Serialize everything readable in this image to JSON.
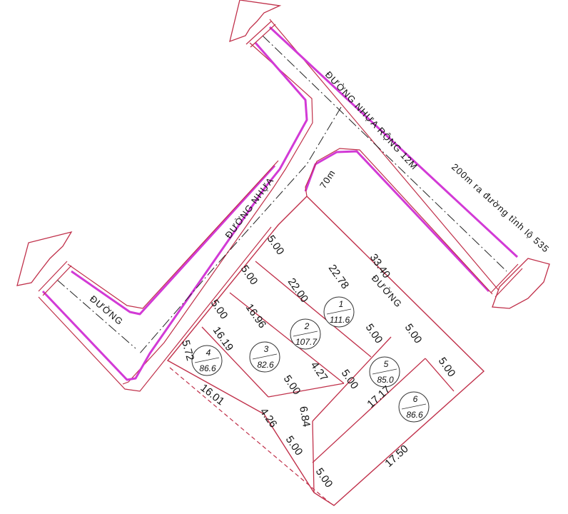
{
  "roads": {
    "main": "ĐƯỜNG NHỰA RỘNG 12M",
    "connector": "ĐƯỜNG NHỰA",
    "left": "ĐƯỜNG",
    "inner": "ĐƯỜNG",
    "to_provincial": "200m ra đường tỉnh lộ 535",
    "distance_70": "70m"
  },
  "lots": [
    {
      "number": "1",
      "area": "111.6"
    },
    {
      "number": "2",
      "area": "107.7"
    },
    {
      "number": "3",
      "area": "82.6"
    },
    {
      "number": "4",
      "area": "86.6"
    },
    {
      "number": "5",
      "area": "85.0"
    },
    {
      "number": "6",
      "area": "86.6"
    }
  ],
  "dimensions": {
    "d_33_40": "33.40",
    "d_22_78": "22.78",
    "d_22_00": "22.00",
    "d_16_96": "16.96",
    "d_16_19": "16.19",
    "d_5_72": "5.72",
    "d_16_01": "16.01",
    "d_4_26": "4.26",
    "d_4_27": "4.27",
    "d_6_84": "6.84",
    "d_17_17": "17.17",
    "d_17_50": "17.50",
    "d_5_00_a": "5.00",
    "d_5_00_b": "5.00",
    "d_5_00_c": "5.00",
    "d_5_00_d": "5.00",
    "d_5_00_e": "5.00",
    "d_5_00_f": "5.00",
    "d_5_00_g": "5.00",
    "d_5_00_h": "5.00",
    "d_5_00_i": "5.00",
    "d_5_00_j": "5.00"
  }
}
